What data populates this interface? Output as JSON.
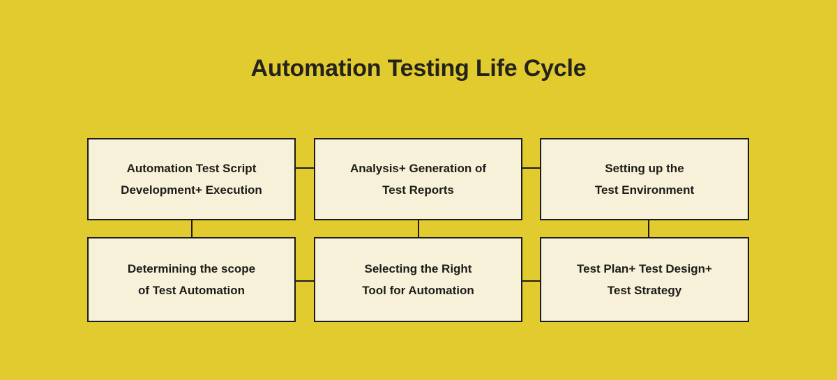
{
  "page": {
    "background_color": "#e2cb2e",
    "node_fill_color": "#f7f1da",
    "node_border_color": "#1b1b17",
    "text_color": "#1c1b17"
  },
  "title": "Automation Testing Life Cycle",
  "diagram": {
    "type": "flow-grid",
    "rows": 2,
    "columns": 3,
    "nodes": [
      {
        "id": "node-1",
        "row": 0,
        "col": 0,
        "label": "Automation Test Script\nDevelopment+ Execution"
      },
      {
        "id": "node-2",
        "row": 0,
        "col": 1,
        "label": "Analysis+ Generation of\nTest Reports"
      },
      {
        "id": "node-3",
        "row": 0,
        "col": 2,
        "label": "Setting up the\nTest Environment"
      },
      {
        "id": "node-4",
        "row": 1,
        "col": 0,
        "label": "Determining the scope\nof Test Automation"
      },
      {
        "id": "node-5",
        "row": 1,
        "col": 1,
        "label": "Selecting the Right\nTool for Automation"
      },
      {
        "id": "node-6",
        "row": 1,
        "col": 2,
        "label": "Test Plan+ Test Design+\nTest Strategy"
      }
    ],
    "connectors": [
      {
        "id": "connector-top-1-2",
        "orientation": "horizontal",
        "from": "node-1",
        "to": "node-2"
      },
      {
        "id": "connector-top-2-3",
        "orientation": "horizontal",
        "from": "node-2",
        "to": "node-3"
      },
      {
        "id": "connector-bottom-4-5",
        "orientation": "horizontal",
        "from": "node-4",
        "to": "node-5"
      },
      {
        "id": "connector-bottom-5-6",
        "orientation": "horizontal",
        "from": "node-5",
        "to": "node-6"
      },
      {
        "id": "connector-col-1",
        "orientation": "vertical",
        "from": "node-1",
        "to": "node-4"
      },
      {
        "id": "connector-col-2",
        "orientation": "vertical",
        "from": "node-2",
        "to": "node-5"
      },
      {
        "id": "connector-col-3",
        "orientation": "vertical",
        "from": "node-3",
        "to": "node-6"
      }
    ]
  }
}
